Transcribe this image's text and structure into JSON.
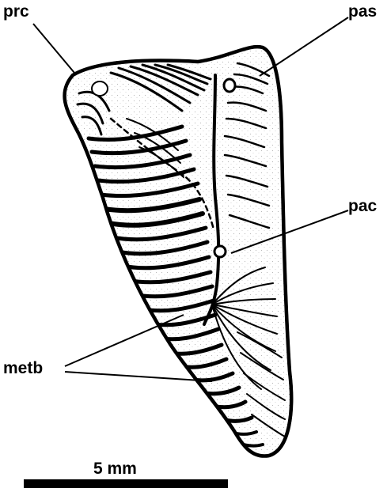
{
  "labels": {
    "prc": "prc",
    "pas": "pas",
    "pac": "pac",
    "metb": "metb"
  },
  "scale_bar": {
    "label": "5 mm"
  },
  "colors": {
    "ink": "#000000",
    "paper": "#ffffff",
    "stipple": "#b8b8b8"
  }
}
